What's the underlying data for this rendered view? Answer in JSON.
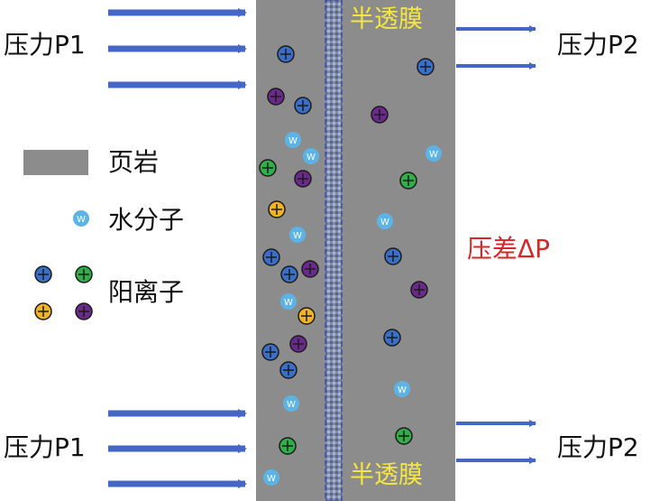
{
  "labels": {
    "pressure_left_top": "压力P1",
    "pressure_left_bottom": "压力P1",
    "pressure_right_top": "压力P2",
    "pressure_right_bottom": "压力P2",
    "membrane_top": "半透膜",
    "membrane_bottom": "半透膜",
    "pressure_diff": "压差ΔP"
  },
  "legend": {
    "shale": "页岩",
    "water": "水分子",
    "cation": "阳离子"
  },
  "symbols": {
    "water_letter": "W",
    "cation_sign": "+"
  },
  "colors": {
    "shale": "#8c8c8c",
    "arrow": "#4466c4",
    "membrane_text": "#f5e642",
    "pressure_diff_text": "#d62728",
    "water": "#5bb4e5",
    "cation_blue": "#3a6fc8",
    "cation_green": "#2fae4a",
    "cation_yellow": "#f0b422",
    "cation_purple": "#6a2a8c"
  }
}
